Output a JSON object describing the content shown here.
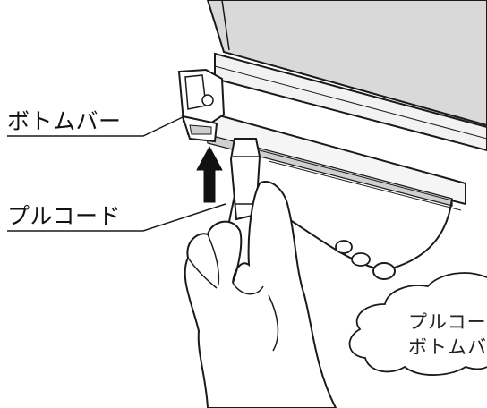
{
  "labels": {
    "bottom_bar": "ボトムバー",
    "pull_cord": "プルコード"
  },
  "bubble": {
    "line1": "プルコー",
    "line2": "ボトムバ"
  },
  "colors": {
    "line": "#1a1a1a",
    "blind_face": "#d9d9d9",
    "blind_front": "#e8e8e8",
    "arrow": "#111111",
    "skin": "#ffffff",
    "background": "#ffffff"
  }
}
